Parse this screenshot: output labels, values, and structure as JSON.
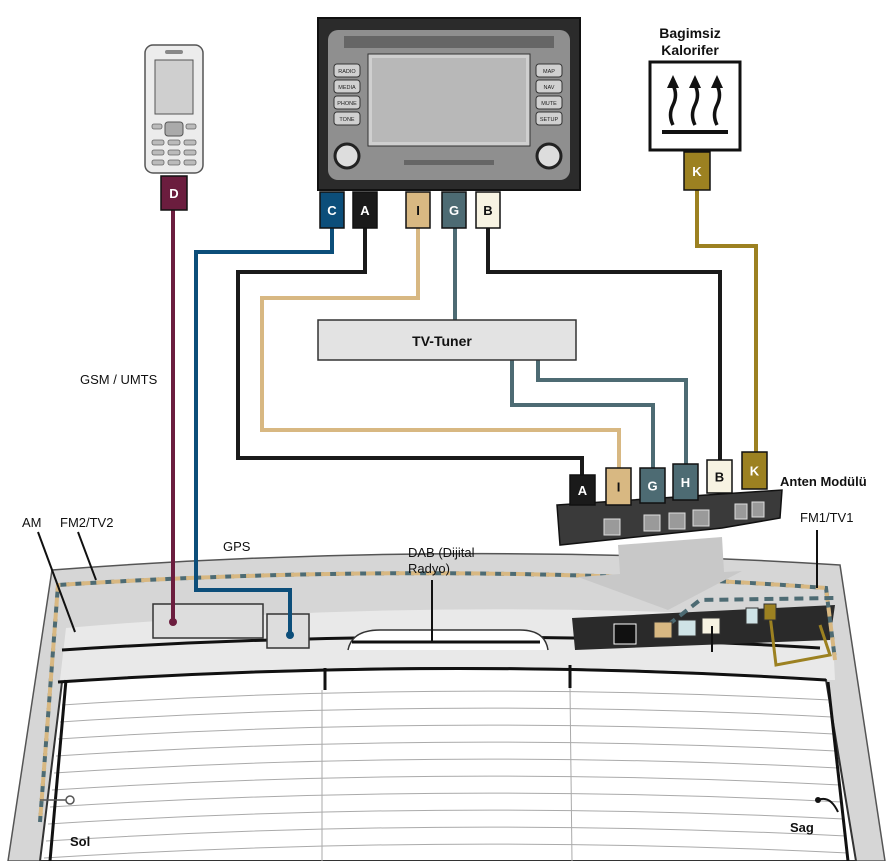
{
  "title_labels": {
    "heater": [
      "Bagimsiz",
      "Kalorifer"
    ],
    "tuner": "TV-Tuner",
    "module": "Anten Modülü",
    "gsm": "GSM / UMTS",
    "gps": "GPS",
    "am": "AM",
    "fm2": "FM2/TV2",
    "fm1": "FM1/TV1",
    "dab": [
      "DAB (Dijital",
      "Radyo)"
    ],
    "left": "Sol",
    "right": "Sag"
  },
  "radio_buttons": {
    "left": [
      "RADIO",
      "MEDIA",
      "PHONE",
      "TONE"
    ],
    "right": [
      "MAP",
      "NAV",
      "MUTE",
      "SETUP"
    ]
  },
  "connectors": {
    "radio": [
      "C",
      "A",
      "I",
      "G",
      "B"
    ],
    "phone": "D",
    "heater": "K",
    "module": [
      "A",
      "I",
      "G",
      "H",
      "B",
      "K"
    ]
  },
  "colors": {
    "C": "#0c4e7a",
    "A": "#1a1a1a",
    "I": "#d8b882",
    "G": "#4d6b73",
    "H": "#4d6b73",
    "B": "#f7f3e2",
    "K": "#9c8121",
    "D": "#6b1d3e"
  }
}
